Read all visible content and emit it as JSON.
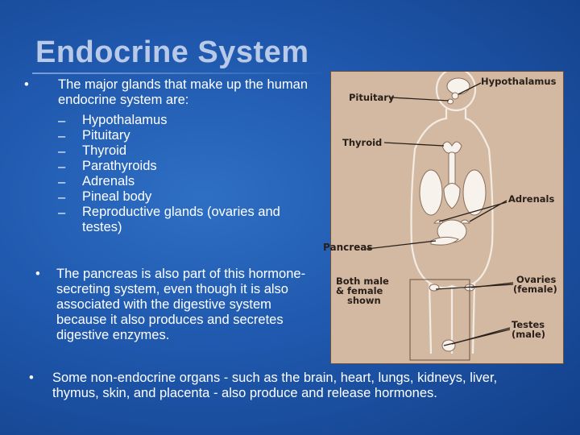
{
  "title": "Endocrine System",
  "bullets": {
    "symbol": "•",
    "dash": "–",
    "intro": "The major glands that make up the human endocrine system are:",
    "glands": [
      "Hypothalamus",
      "Pituitary",
      "Thyroid",
      "Parathyroids",
      "Adrenals",
      "Pineal body",
      "Reproductive glands (ovaries and testes)"
    ],
    "pancreas": "The pancreas is also part of this hormone-secreting system, even though it is also associated with the digestive system because it also produces and secretes digestive enzymes.",
    "non_endocrine": "Some non-endocrine organs - such as the brain, heart, lungs, kidneys, liver, thymus, skin, and placenta - also produce and release hormones."
  },
  "diagram": {
    "labels": {
      "hypothalamus": "Hypothalamus",
      "pituitary": "Pituitary",
      "thyroid": "Thyroid",
      "adrenals": "Adrenals",
      "pancreas": "Pancreas",
      "both_line1": "Both male",
      "both_line2": "& female",
      "both_line3": "shown",
      "ovaries_line1": "Ovaries",
      "ovaries_line2": "(female)",
      "testes_line1": "Testes",
      "testes_line2": "(male)"
    }
  }
}
